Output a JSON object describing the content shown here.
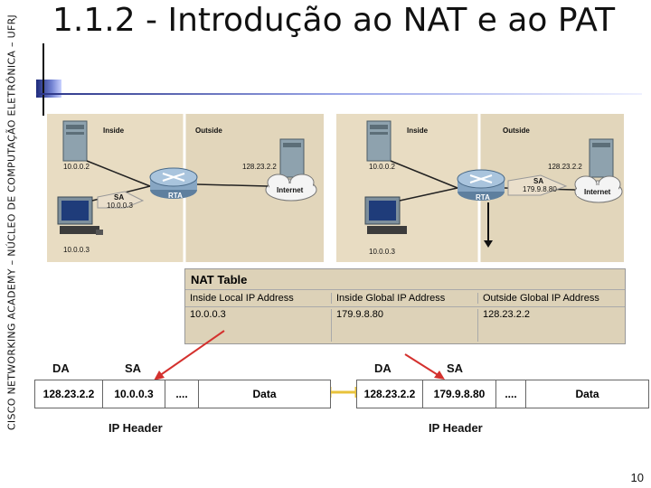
{
  "sidebar": {
    "text": "CISCO NETWORKING ACADEMY – NÚCLEO DE COMPUTAÇÃO ELETRÔNICA – UFRJ"
  },
  "header": {
    "title": "1.1.2 - Introdução ao NAT e ao PAT"
  },
  "left_diagram": {
    "inside": "Inside",
    "outside": "Outside",
    "host1_ip": "10.0.0.2",
    "host2_ip": "10.0.0.3",
    "sa_label": "SA",
    "sa_value": "10.0.0.3",
    "router": "RTA",
    "server_ip": "128.23.2.2",
    "cloud": "Internet"
  },
  "right_diagram": {
    "inside": "Inside",
    "outside": "Outside",
    "host1_ip": "10.0.0.2",
    "host2_ip": "10.0.0.3",
    "sa_label": "SA",
    "sa_value": "179.9.8.80",
    "router": "RTA",
    "server_ip": "128.23.2.2",
    "cloud": "Internet"
  },
  "nat_table": {
    "title": "NAT Table",
    "headers": [
      "Inside Local IP Address",
      "Inside Global IP Address",
      "Outside Global IP Address"
    ],
    "row": [
      "10.0.0.3",
      "179.9.8.80",
      "128.23.2.2"
    ]
  },
  "left_header": {
    "da_label": "DA",
    "sa_label": "SA",
    "fields": [
      "128.23.2.2",
      "10.0.0.3",
      "....",
      "Data"
    ],
    "caption": "IP Header"
  },
  "right_header": {
    "da_label": "DA",
    "sa_label": "SA",
    "fields": [
      "128.23.2.2",
      "179.9.8.80",
      "....",
      "Data"
    ],
    "caption": "IP Header"
  },
  "footer": {
    "page_number": "10"
  }
}
